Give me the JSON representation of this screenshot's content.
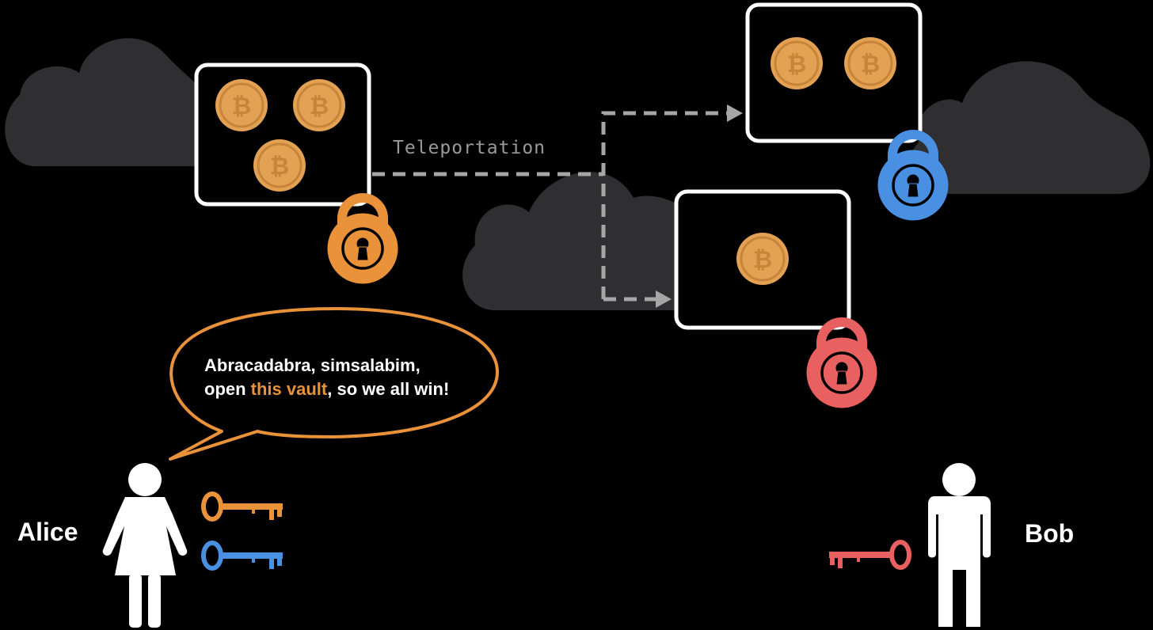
{
  "teleportation_label": "Teleportation",
  "speech": {
    "line1": "Abracadabra, simsalabim,",
    "line2_before": "open ",
    "line2_highlight": "this vault",
    "line2_after": ", so we all win!"
  },
  "people": {
    "alice": "Alice",
    "bob": "Bob"
  },
  "colors": {
    "background": "#000000",
    "cloud": "#2f2f31",
    "orange": "#e9923a",
    "blue": "#4a90e2",
    "red": "#e8605f",
    "coin": "#e3a253",
    "arrow": "#a6a6a6"
  }
}
